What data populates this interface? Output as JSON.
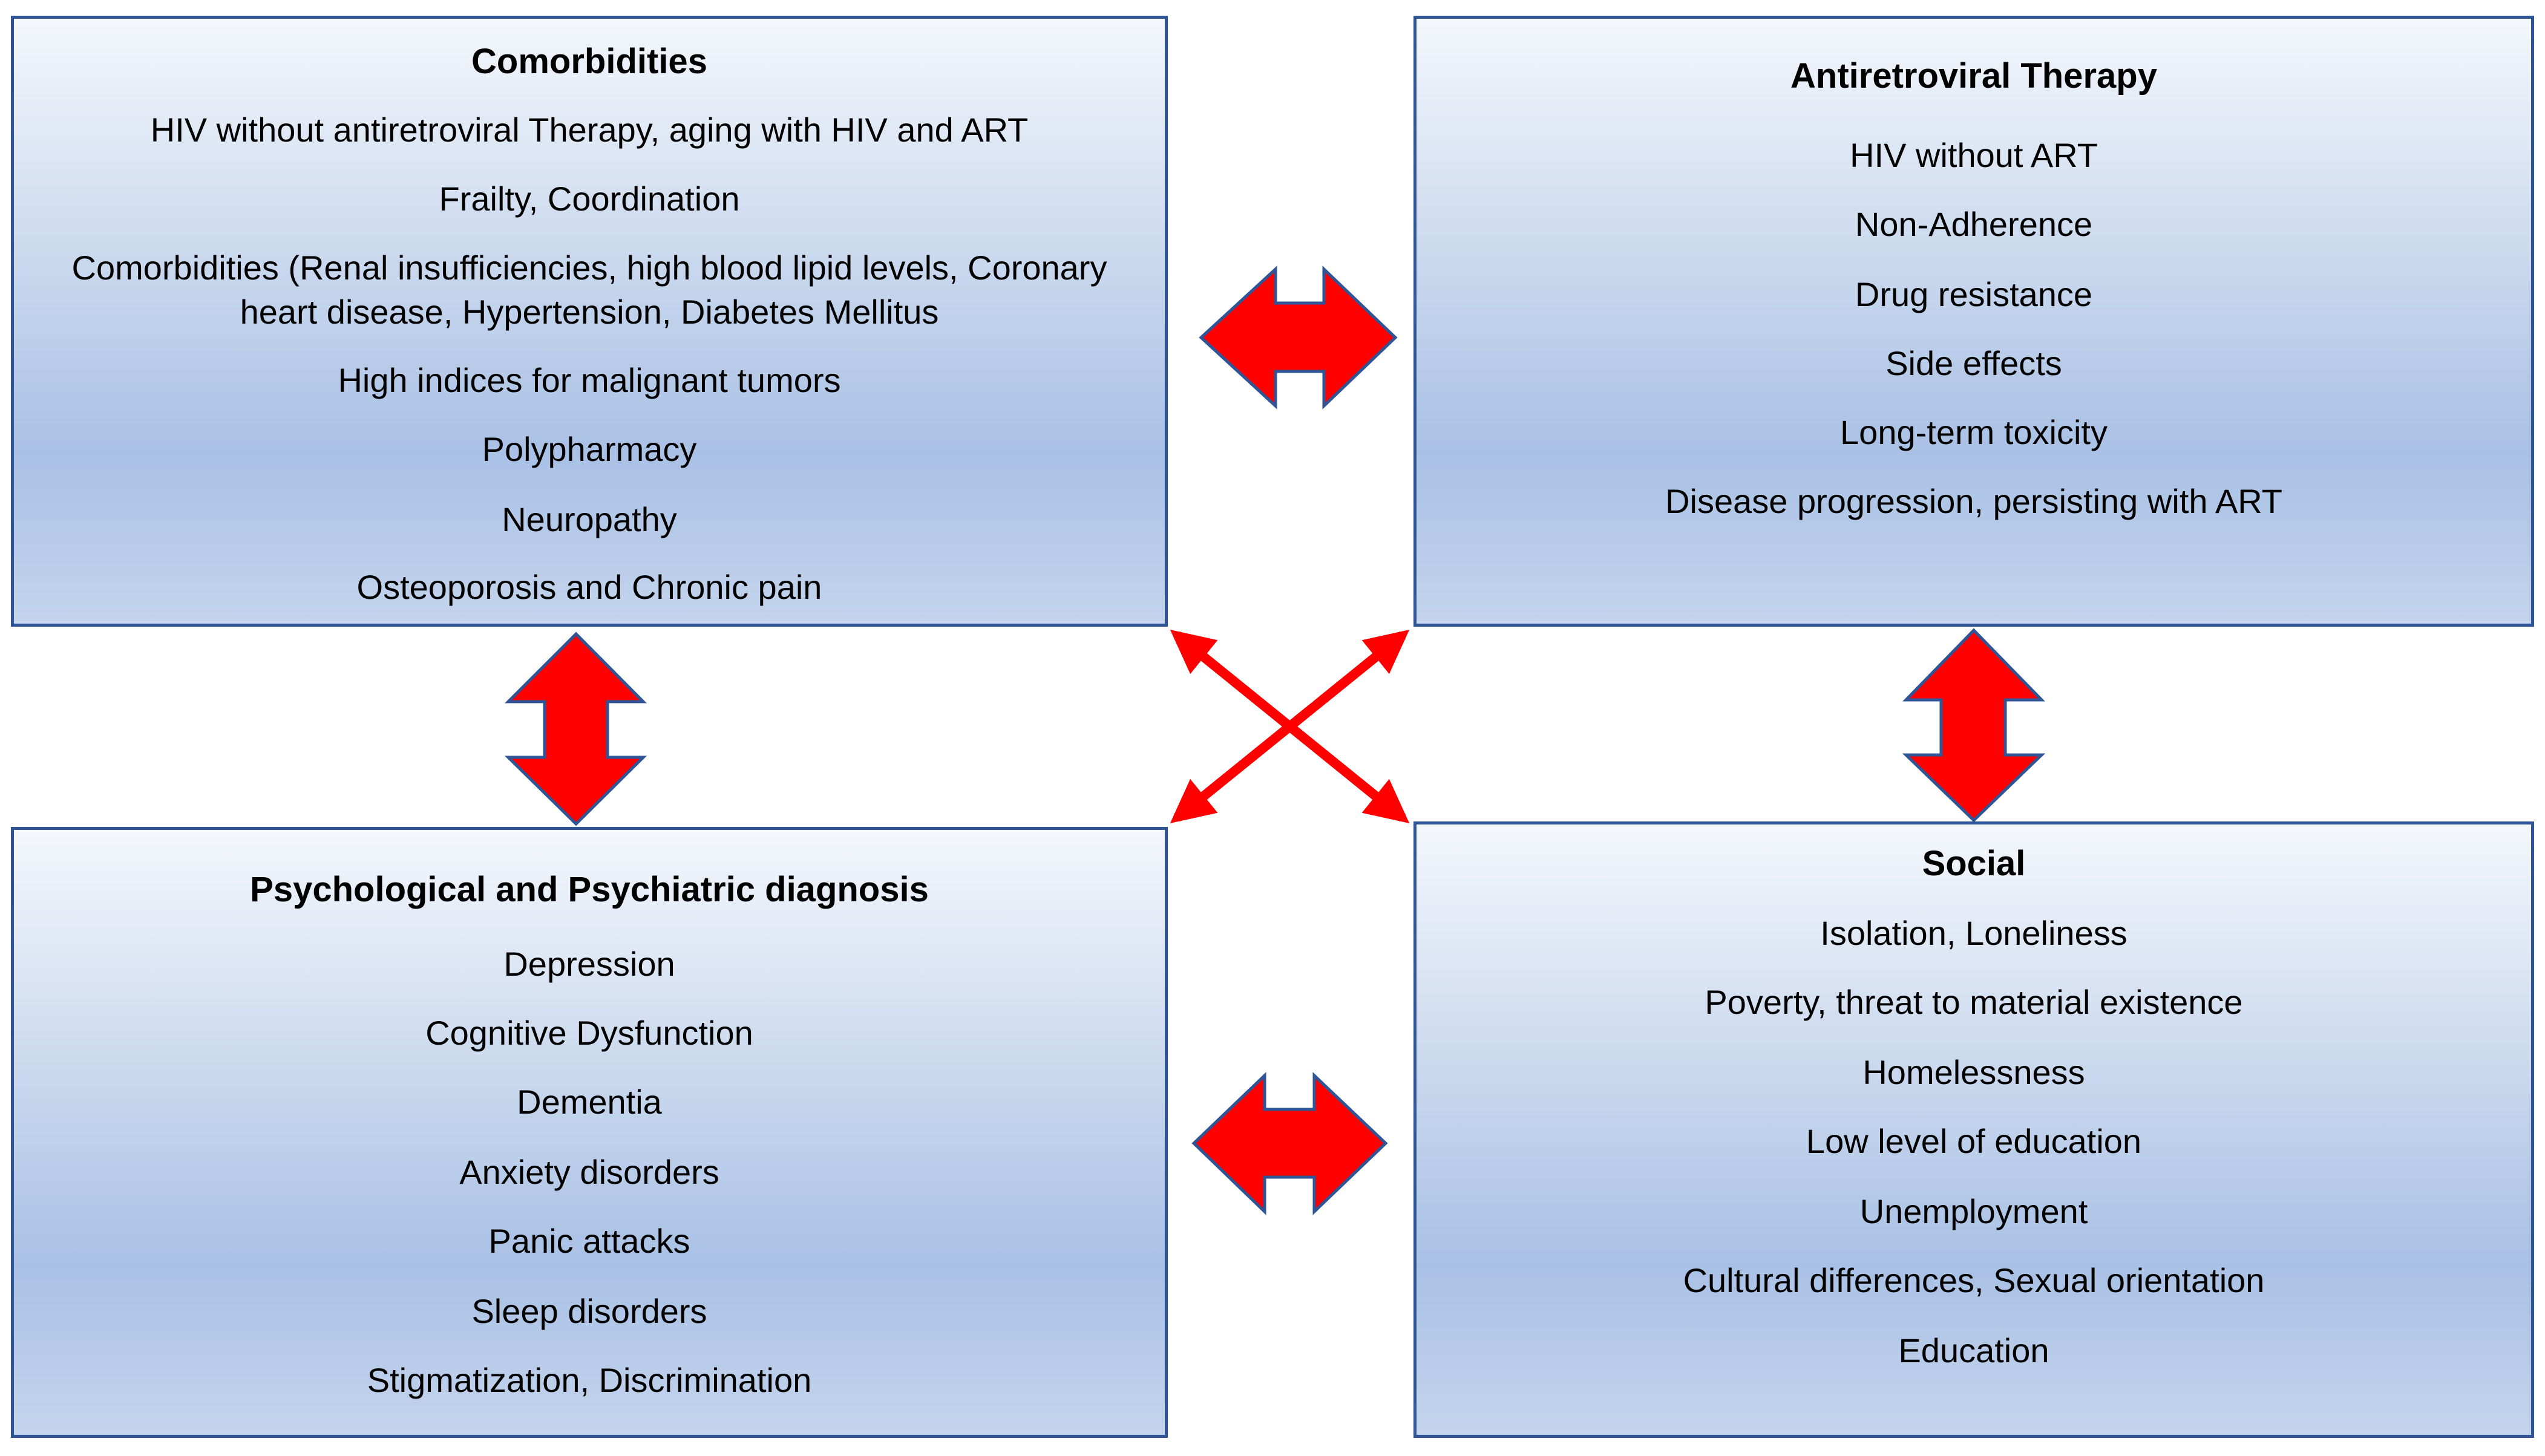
{
  "boxes": {
    "comorbidities": {
      "title": "Comorbidities",
      "items": [
        "HIV without antiretroviral Therapy, aging with HIV and ART",
        "Frailty, Coordination",
        "Comorbidities (Renal insufficiencies, high blood lipid levels, Coronary heart disease, Hypertension, Diabetes Mellitus",
        "High indices for malignant tumors",
        "Polypharmacy",
        "Neuropathy",
        "Osteoporosis and Chronic pain"
      ]
    },
    "art": {
      "title": "Antiretroviral Therapy",
      "items": [
        "HIV without ART",
        "Non-Adherence",
        "Drug resistance",
        "Side effects",
        "Long-term toxicity",
        "Disease progression, persisting with ART"
      ]
    },
    "psych": {
      "title": "Psychological and Psychiatric diagnosis",
      "items": [
        "Depression",
        "Cognitive Dysfunction",
        "Dementia",
        "Anxiety disorders",
        "Panic attacks",
        "Sleep disorders",
        "Stigmatization, Discrimination"
      ]
    },
    "social": {
      "title": "Social",
      "items": [
        "Isolation, Loneliness",
        "Poverty, threat to material existence",
        "Homelessness",
        "Low level of education",
        "Unemployment",
        "Cultural differences, Sexual orientation",
        "Education"
      ]
    }
  },
  "colors": {
    "box_border": "#2f5597",
    "arrow_fill": "#ff0000",
    "arrow_outline": "#2f5597"
  }
}
